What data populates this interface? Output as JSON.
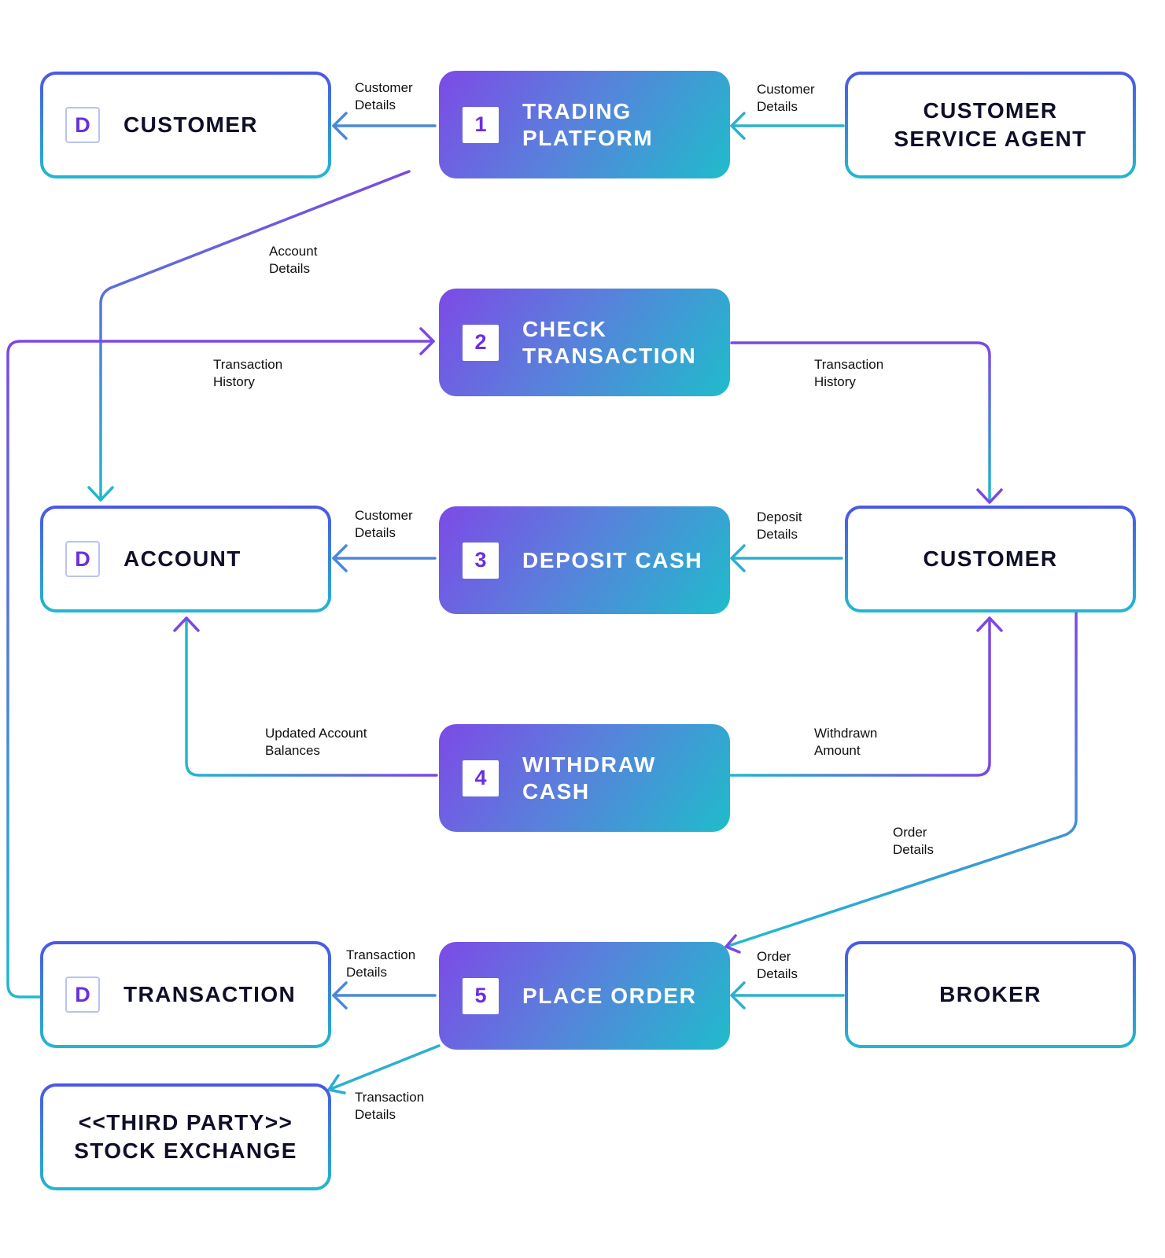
{
  "entities": {
    "customer_top": "CUSTOMER",
    "service_agent": "CUSTOMER\nSERVICE AGENT",
    "account": "ACCOUNT",
    "customer_mid": "CUSTOMER",
    "transaction": "TRANSACTION",
    "broker": "BROKER",
    "stock_exchange": "<<THIRD PARTY>>\nSTOCK EXCHANGE",
    "store_badge": "D"
  },
  "processes": [
    {
      "number": "1",
      "title": "TRADING\nPLATFORM"
    },
    {
      "number": "2",
      "title": "CHECK\nTRANSACTION"
    },
    {
      "number": "3",
      "title": "DEPOSIT CASH"
    },
    {
      "number": "4",
      "title": "WITHDRAW\nCASH"
    },
    {
      "number": "5",
      "title": "PLACE ORDER"
    }
  ],
  "flows": {
    "tp_to_customer": "Customer\nDetails",
    "agent_to_tp": "Customer\nDetails",
    "tp_to_account": "Account\nDetails",
    "transaction_to_check": "Transaction\nHistory",
    "check_to_customer": "Transaction\nHistory",
    "deposit_to_account": "Customer\nDetails",
    "customer_to_deposit": "Deposit\nDetails",
    "withdraw_to_account": "Updated Account\nBalances",
    "withdraw_to_customer": "Withdrawn\nAmount",
    "customer_to_order": "Order\nDetails",
    "order_to_transaction": "Transaction\nDetails",
    "broker_to_order": "Order\nDetails",
    "order_to_exchange": "Transaction\nDetails"
  },
  "colors": {
    "purple": "#7b48e3",
    "blue": "#4a88dc",
    "teal": "#22b8cf",
    "text": "#0f0f2a"
  }
}
